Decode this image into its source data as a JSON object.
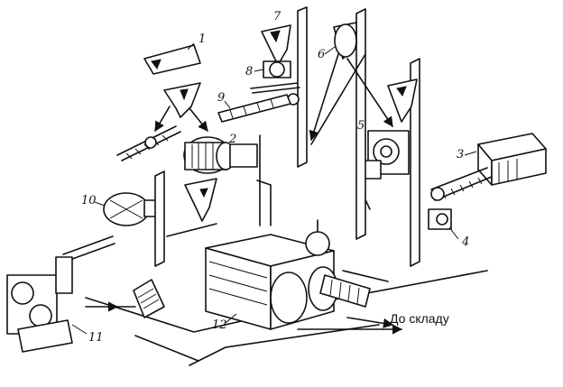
{
  "diagram": {
    "callouts": [
      "1",
      "2",
      "3",
      "4",
      "5",
      "6",
      "7",
      "8",
      "9",
      "10",
      "11",
      "12"
    ],
    "destination_label": "До складу"
  }
}
